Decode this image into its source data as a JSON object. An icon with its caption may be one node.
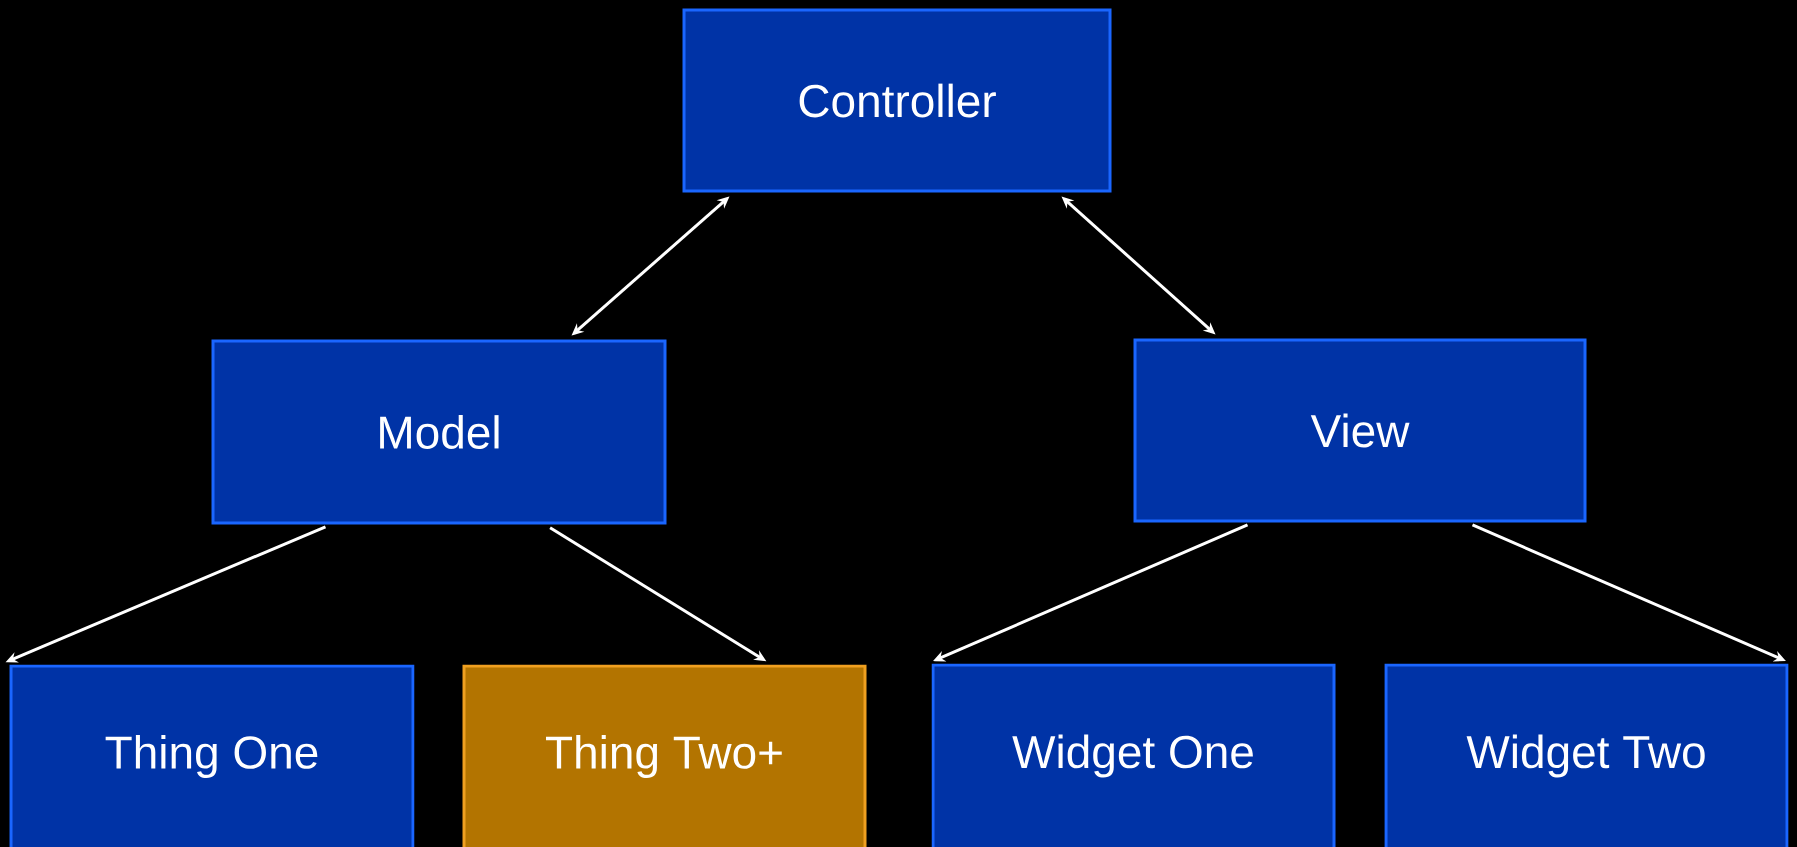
{
  "diagram": {
    "nodes": [
      {
        "text": [
          "Controller"
        ]
      },
      {
        "text": [
          "Model"
        ]
      },
      {
        "text": [
          "View"
        ]
      },
      {
        "text": [
          "Thing One"
        ]
      },
      {
        "text": [
          "Thing Two+"
        ]
      },
      {
        "text": [
          "Widget One"
        ]
      },
      {
        "text": [
          "Widget Two"
        ]
      }
    ],
    "edges": [
      {
        "from": 0,
        "to": 1,
        "arrow": "both"
      },
      {
        "from": 0,
        "to": 2,
        "arrow": "both"
      },
      {
        "from": 1,
        "to": 3,
        "arrow": "to"
      },
      {
        "from": 1,
        "to": 4,
        "arrow": "to"
      },
      {
        "from": 2,
        "to": 5,
        "arrow": "to"
      },
      {
        "from": 2,
        "to": 6,
        "arrow": "to"
      }
    ]
  }
}
